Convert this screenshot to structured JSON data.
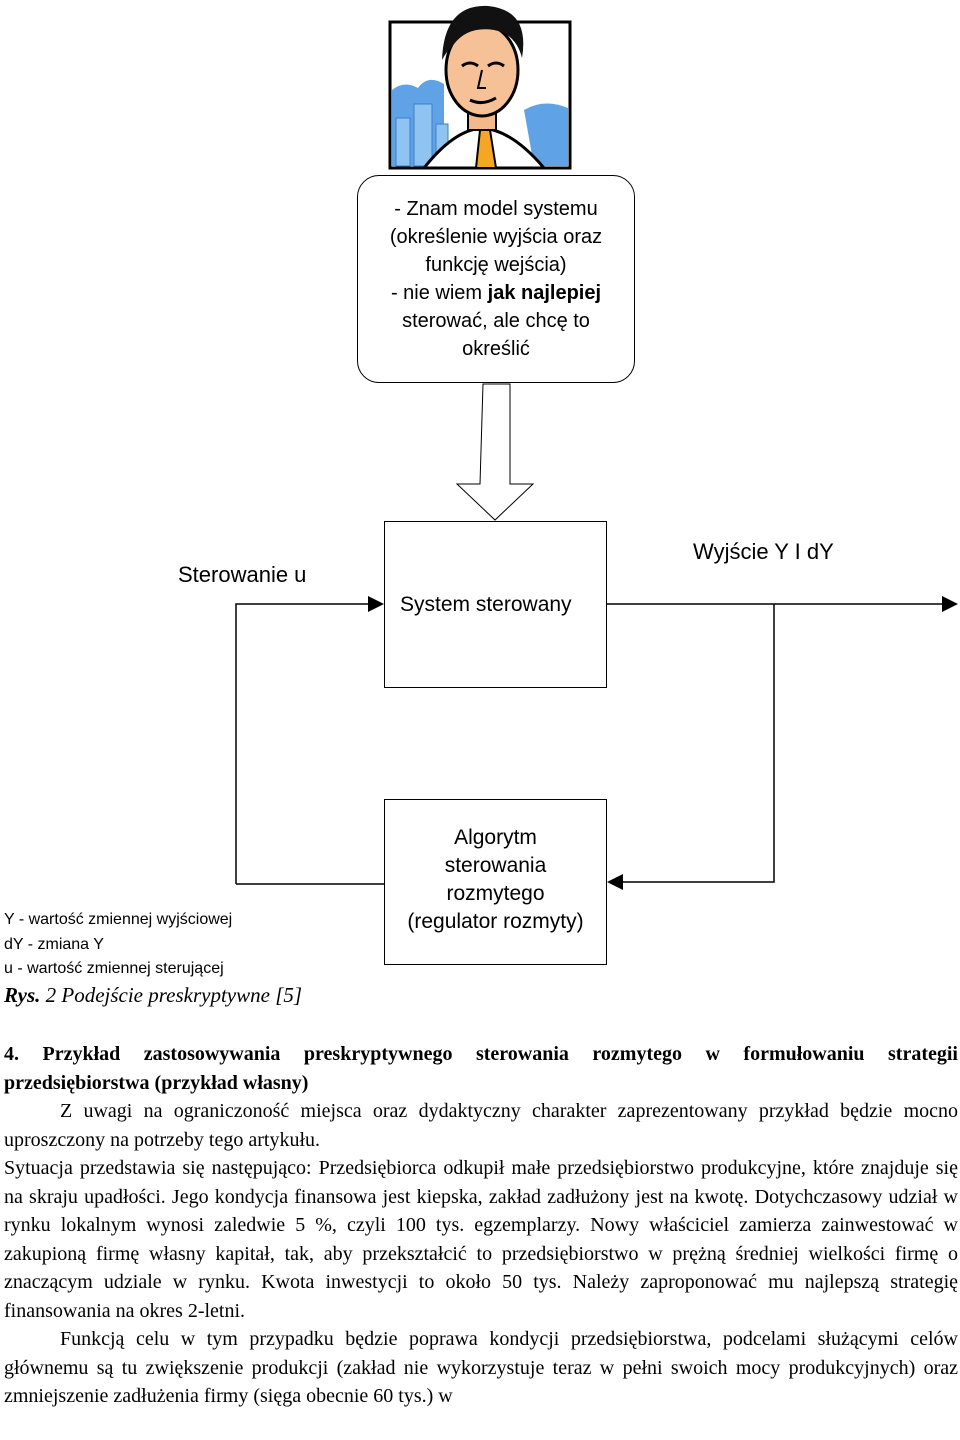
{
  "callout": {
    "line1": "- Znam model systemu",
    "line2": "(określenie wyjścia oraz",
    "line3": "funkcję wejścia)",
    "line4_pre": "- nie wiem ",
    "line4_bold": "jak najlepiej",
    "line5": "sterować, ale chcę to",
    "line6": "określić"
  },
  "diagram": {
    "input_label": "Sterowanie u",
    "output_label": "Wyjście Y I dY",
    "system_label": "System sterowany",
    "controller": {
      "line1": "Algorytm",
      "line2": "sterowania",
      "line3": "rozmytego",
      "line4": "(regulator rozmyty)"
    }
  },
  "legend": {
    "y": "Y - wartość zmiennej wyjściowej",
    "dy": "dY - zmiana Y",
    "u": "u - wartość zmiennej sterującej"
  },
  "caption": {
    "prefix": "Rys.",
    "text": " 2 Podejście preskryptywne [5]"
  },
  "section": {
    "heading": "4. Przykład zastosowywania preskryptywnego sterowania rozmytego w formułowaniu strategii przedsiębiorstwa (przykład własny)",
    "p1": "Z uwagi na ograniczoność miejsca oraz dydaktyczny charakter zaprezentowany przykład będzie mocno uproszczony na potrzeby tego artykułu.",
    "p2": "Sytuacja przedstawia się następująco: Przedsiębiorca odkupił małe przedsiębiorstwo produkcyjne, które znajduje się na skraju upadłości. Jego kondycja finansowa jest kiepska, zakład zadłużony jest na kwotę. Dotychczasowy udział w rynku lokalnym wynosi zaledwie 5 %, czyli 100 tys. egzemplarzy. Nowy właściciel zamierza zainwestować w zakupioną firmę własny kapitał, tak, aby przekształcić to przedsiębiorstwo w prężną średniej wielkości firmę o znaczącym udziale w rynku. Kwota inwestycji to około 50 tys. Należy zaproponować mu najlepszą strategię finansowania na okres 2-letni.",
    "p3": "Funkcją celu w tym przypadku będzie poprawa kondycji przedsiębiorstwa, podcelami służącymi celów głównemu są tu zwiększenie produkcji (zakład nie wykorzystuje teraz w pełni swoich mocy produkcyjnych) oraz zmniejszenie zadłużenia firmy (sięga obecnie 60 tys.) w"
  }
}
